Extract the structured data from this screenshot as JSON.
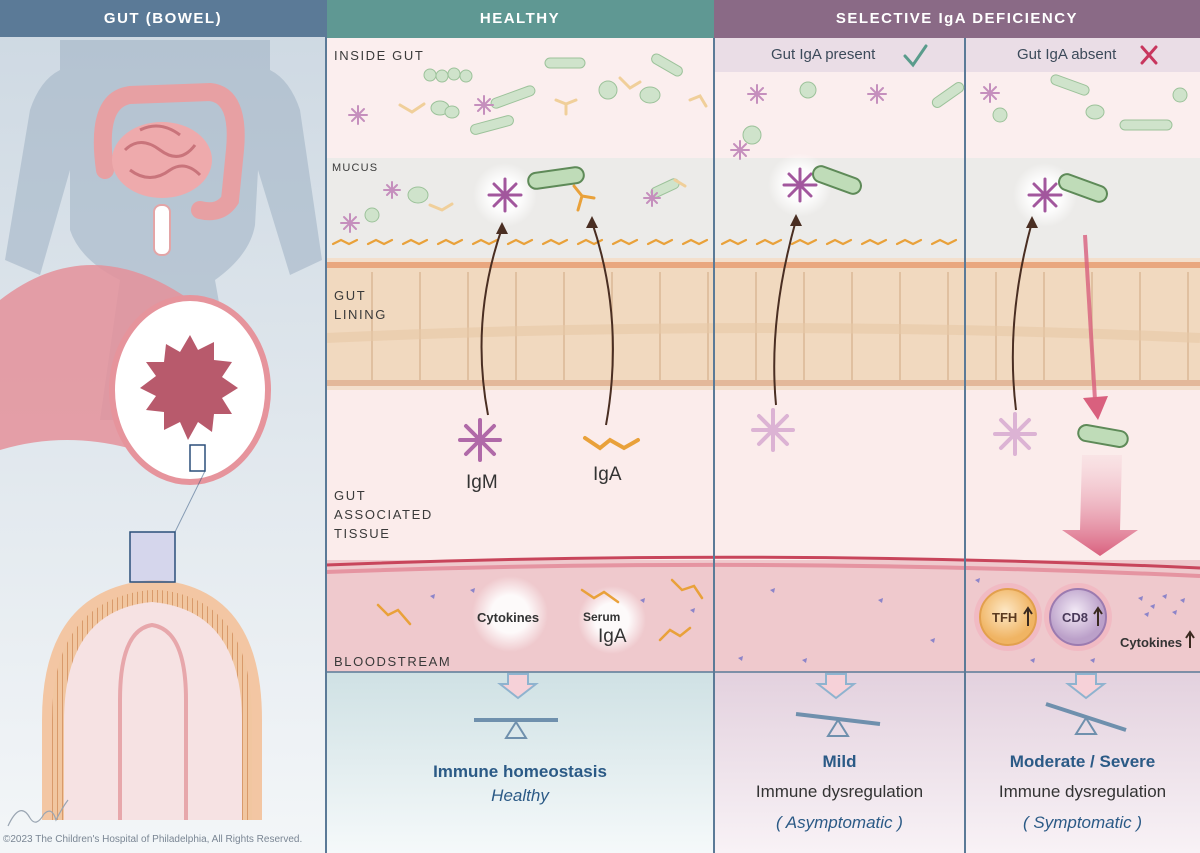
{
  "headers": {
    "gut": "GUT (BOWEL)",
    "healthy": "HEALTHY",
    "deficiency": "SELECTIVE IgA DEFICIENCY"
  },
  "zones": {
    "inside_gut": "INSIDE GUT",
    "mucus": "MUCUS",
    "gut_lining": [
      "GUT",
      "LINING"
    ],
    "gut_associated_tissue": [
      "GUT",
      "ASSOCIATED",
      "TISSUE"
    ],
    "bloodstream": "BLOODSTREAM"
  },
  "subheaders": {
    "iga_present": "Gut IgA present",
    "iga_absent": "Gut IgA absent"
  },
  "labels": {
    "igm": "IgM",
    "iga": "IgA",
    "cytokines": "Cytokines",
    "serum": "Serum",
    "serum_iga": "IgA",
    "tfh": "TFH",
    "cd8": "CD8",
    "cytokines_up": "Cytokines"
  },
  "outcomes": {
    "healthy": {
      "title": "Immune homeostasis",
      "subtitle": "Healthy"
    },
    "mild": {
      "title": "Mild",
      "body": "Immune dysregulation",
      "note": "( Asymptomatic )"
    },
    "severe": {
      "title": "Moderate / Severe",
      "body": "Immune dysregulation",
      "note": "( Symptomatic )"
    }
  },
  "signature": "Bennett",
  "copyright": "©2023 The Children's Hospital of Philadelphia, All Rights Reserved.",
  "colors": {
    "gut_header": "#5b7a97",
    "healthy_header": "#5f9893",
    "deficiency_header": "#8a6a86",
    "outcome_title": "#2b5a86",
    "check": "#5a9c8c",
    "cross": "#c8365e",
    "igm": "#b06aa8",
    "iga": "#e9a13a",
    "bacteria": "#bdd9b8"
  }
}
